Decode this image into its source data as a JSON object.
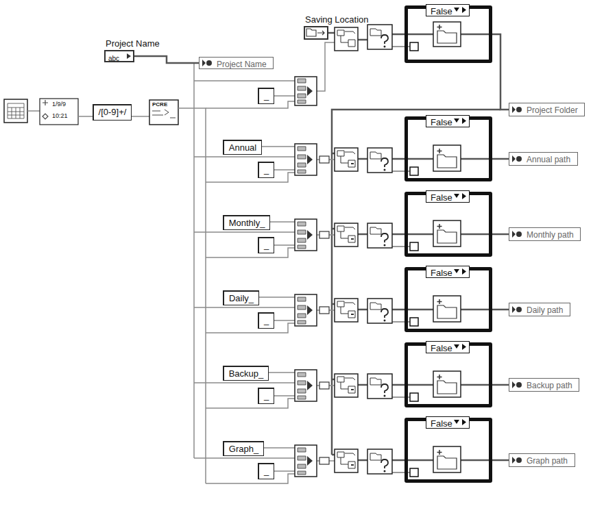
{
  "diagram": {
    "nodes": [
      {
        "text": [
          "Saving Location"
        ]
      },
      {
        "text": [
          "Project Name",
          "abc"
        ]
      },
      {
        "text": [
          "/[0-9]+/"
        ]
      },
      {
        "text": [
          "Project Name"
        ]
      },
      {
        "text": [
          "_"
        ]
      },
      {
        "text": [
          "False"
        ]
      },
      {
        "text": [
          "Project Folder"
        ]
      },
      {
        "text": [
          "Annual"
        ]
      },
      {
        "text": [
          "_"
        ]
      },
      {
        "text": [
          "False"
        ]
      },
      {
        "text": [
          "Annual path"
        ]
      },
      {
        "text": [
          "Monthly_"
        ]
      },
      {
        "text": [
          "_"
        ]
      },
      {
        "text": [
          "False"
        ]
      },
      {
        "text": [
          "Monthly path"
        ]
      },
      {
        "text": [
          "Daily_"
        ]
      },
      {
        "text": [
          "_"
        ]
      },
      {
        "text": [
          "False"
        ]
      },
      {
        "text": [
          "Daily path"
        ]
      },
      {
        "text": [
          "Backup_"
        ]
      },
      {
        "text": [
          "_"
        ]
      },
      {
        "text": [
          "False"
        ]
      },
      {
        "text": [
          "Backup path"
        ]
      },
      {
        "text": [
          "Graph_"
        ]
      },
      {
        "text": [
          "_"
        ]
      },
      {
        "text": [
          "False"
        ]
      },
      {
        "text": [
          "Graph path"
        ]
      }
    ],
    "edges": [
      {
        "from": 1,
        "to": 3,
        "arrow": "none"
      },
      {
        "from": 5,
        "to": 6,
        "arrow": "none"
      },
      {
        "from": 9,
        "to": 10,
        "arrow": "none"
      },
      {
        "from": 13,
        "to": 14,
        "arrow": "none"
      },
      {
        "from": 17,
        "to": 18,
        "arrow": "none"
      },
      {
        "from": 21,
        "to": 22,
        "arrow": "none"
      },
      {
        "from": 25,
        "to": 26,
        "arrow": "none"
      }
    ],
    "labels": [
      "1/9/9",
      "10:21",
      "PCRE"
    ]
  }
}
